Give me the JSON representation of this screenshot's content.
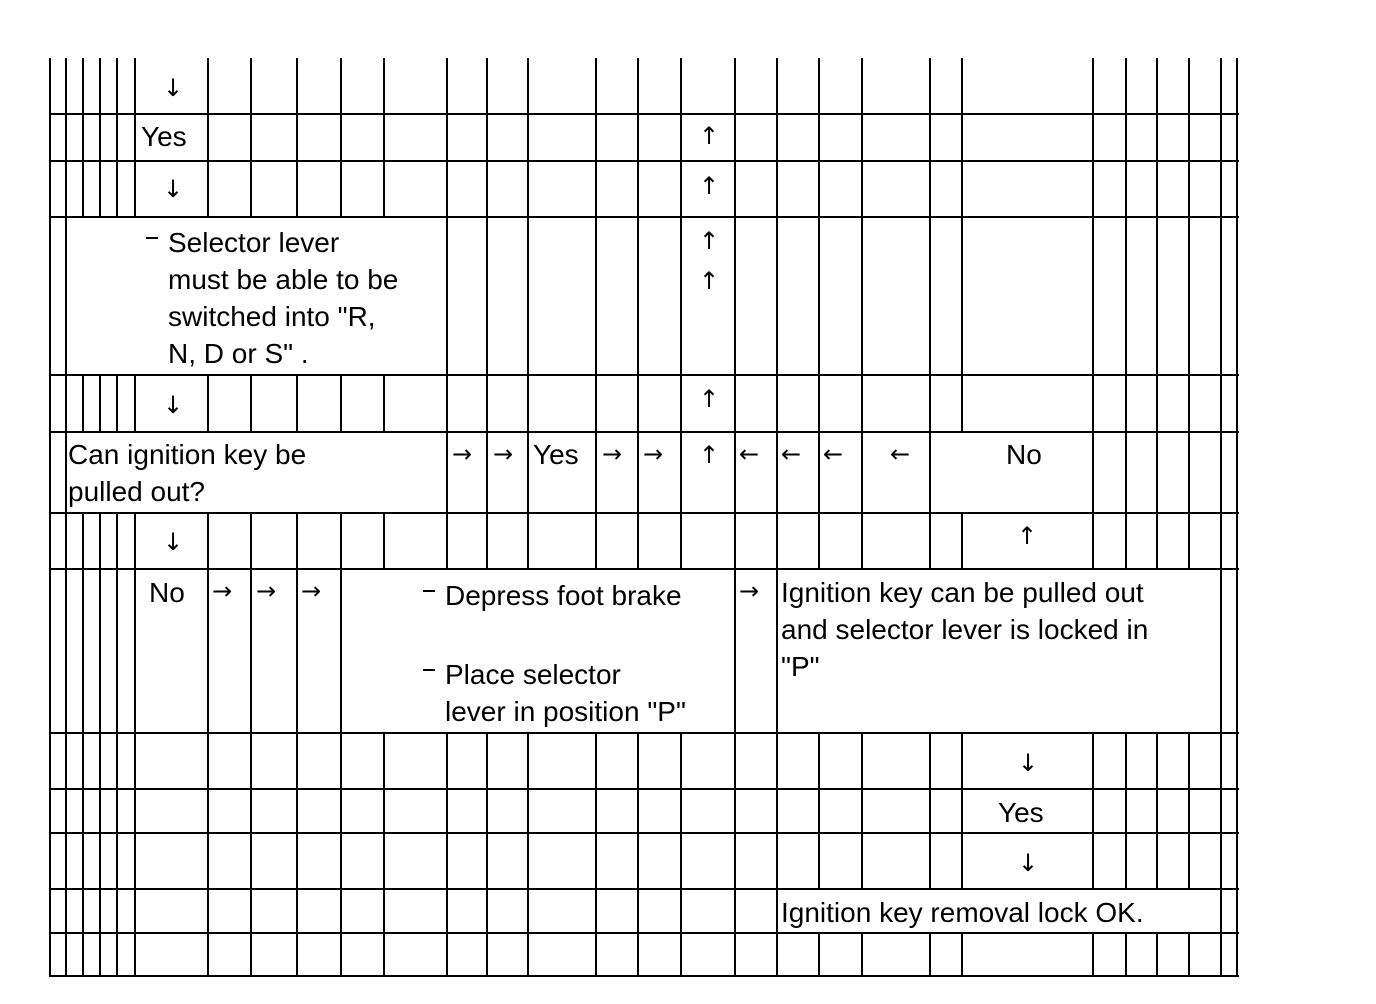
{
  "flowchart": {
    "answers": {
      "yes": "Yes",
      "no": "No"
    },
    "steps": {
      "selector_check": [
        "Selector lever",
        "must be able to be",
        "switched into \"R,",
        "N, D or S\" ."
      ],
      "key_question": [
        "Can ignition key be",
        "pulled out?"
      ],
      "actions": {
        "depress_brake": "Depress foot brake",
        "place_selector": [
          "Place selector",
          "lever in position \"P\""
        ]
      },
      "key_locked_result": [
        "Ignition key can be pulled out",
        "and selector lever is locked in",
        "\"P\""
      ],
      "final_result": "Ignition key removal lock OK."
    },
    "glyphs": {
      "down": "↓",
      "up": "↑",
      "right": "→",
      "left": "←"
    }
  }
}
